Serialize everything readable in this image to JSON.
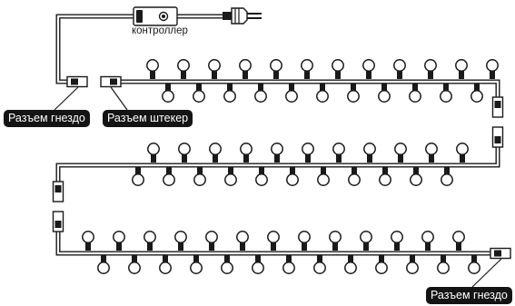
{
  "diagram": {
    "controller_label": "контроллер",
    "callouts": {
      "socket_left": "Разъем гнездо",
      "plug": "Разъем штекер",
      "socket_end": "Разъем гнездо"
    },
    "icons": {
      "controller": "controller-box-icon",
      "plug": "power-plug-icon",
      "bulb": "bulb-icon",
      "connector": "connector-icon"
    },
    "colors": {
      "line": "#1a1a1a",
      "fill": "#ffffff",
      "callout_bg": "#141414",
      "callout_text": "#ffffff"
    }
  }
}
